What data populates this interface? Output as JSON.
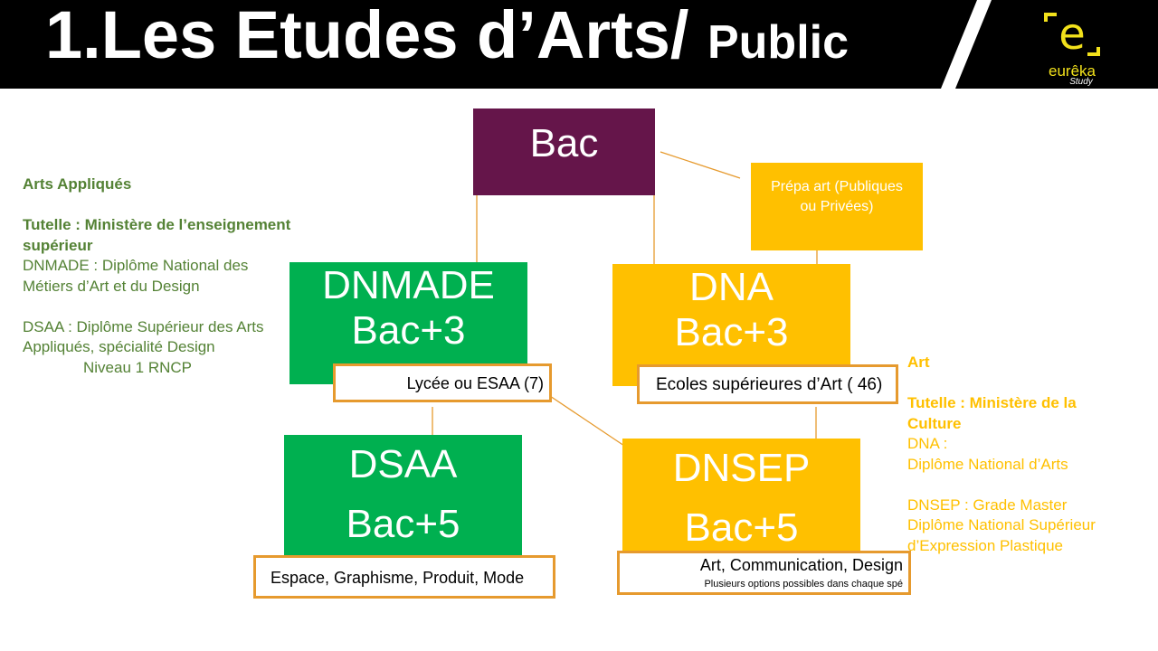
{
  "header": {
    "title_main": "1.Les Etudes d’Arts/",
    "title_sub": "Public",
    "logo_brand": "eurêka",
    "logo_sub": "Study"
  },
  "colors": {
    "purple": "#65154a",
    "green": "#00b050",
    "yellow": "#ffc000",
    "orange": "#e69a2e",
    "left_text": "#548235"
  },
  "nodes": {
    "bac": "Bac",
    "prepa": "Prépa art (Publiques ou Privées)",
    "dnmade": {
      "name": "DNMADE",
      "level": "Bac+3",
      "where": "Lycée ou ESAA (7)"
    },
    "dna": {
      "name": "DNA",
      "level": "Bac+3",
      "where": "Ecoles supérieures d’Art ( 46)"
    },
    "dsaa": {
      "name": "DSAA",
      "level": "Bac+5",
      "options": "Espace, Graphisme, Produit, Mode"
    },
    "dnsep": {
      "name": "DNSEP",
      "level": "Bac+5",
      "options": "Art, Communication, Design",
      "note": "Plusieurs options possibles dans chaque spé"
    }
  },
  "left_panel": {
    "heading": "Arts Appliqués",
    "tutelle": "Tutelle : Ministère de l’enseignement supérieur",
    "l1": "DNMADE : Diplôme National des Métiers d’Art et du Design",
    "l2": "DSAA : Diplôme Supérieur des Arts Appliqués, spécialité Design",
    "l3": "Niveau 1 RNCP"
  },
  "right_panel": {
    "heading": "Art",
    "tutelle": "Tutelle : Ministère de la Culture",
    "l1": "DNA :",
    "l2": "Diplôme National d’Arts",
    "l3": "DNSEP : Grade Master",
    "l4": "Diplôme National Supérieur d’Expression Plastique"
  }
}
